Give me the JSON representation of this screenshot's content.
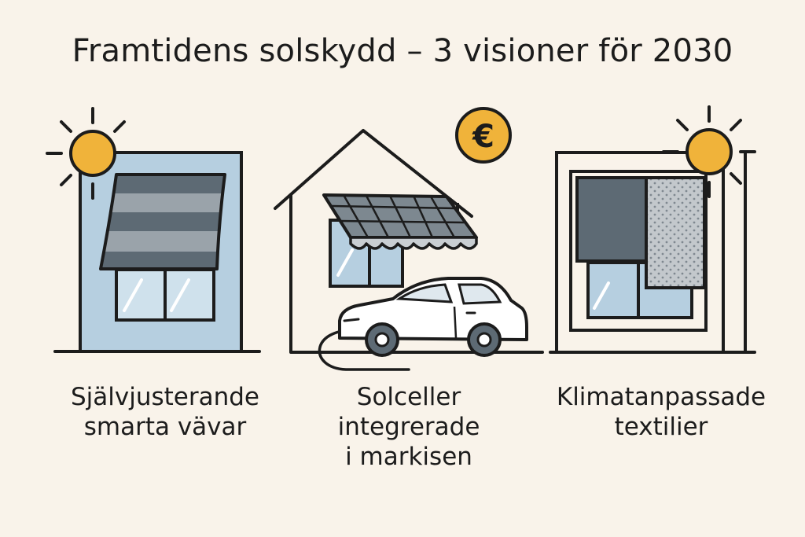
{
  "title": "Framtidens solskydd – 3 visioner för 2030",
  "visions": [
    {
      "caption": "Självjusterande\nsmarta vävar",
      "icon": "smart-awning-window-icon"
    },
    {
      "caption": "Solceller\nintegrerade\ni markisen",
      "icon": "solar-awning-house-car-icon"
    },
    {
      "caption": "Klimatanpassade\ntextilier",
      "icon": "climate-textile-window-icon"
    }
  ],
  "badge": {
    "symbol": "€",
    "icon": "euro-coin-icon"
  },
  "colors": {
    "background": "#f9f3ea",
    "sun": "#f0b33a",
    "window_blue": "#b6cfe0",
    "fabric_dark": "#5d6a74",
    "fabric_mid": "#8a939b",
    "fabric_light": "#b7bec3",
    "outline": "#1c1c1c"
  }
}
